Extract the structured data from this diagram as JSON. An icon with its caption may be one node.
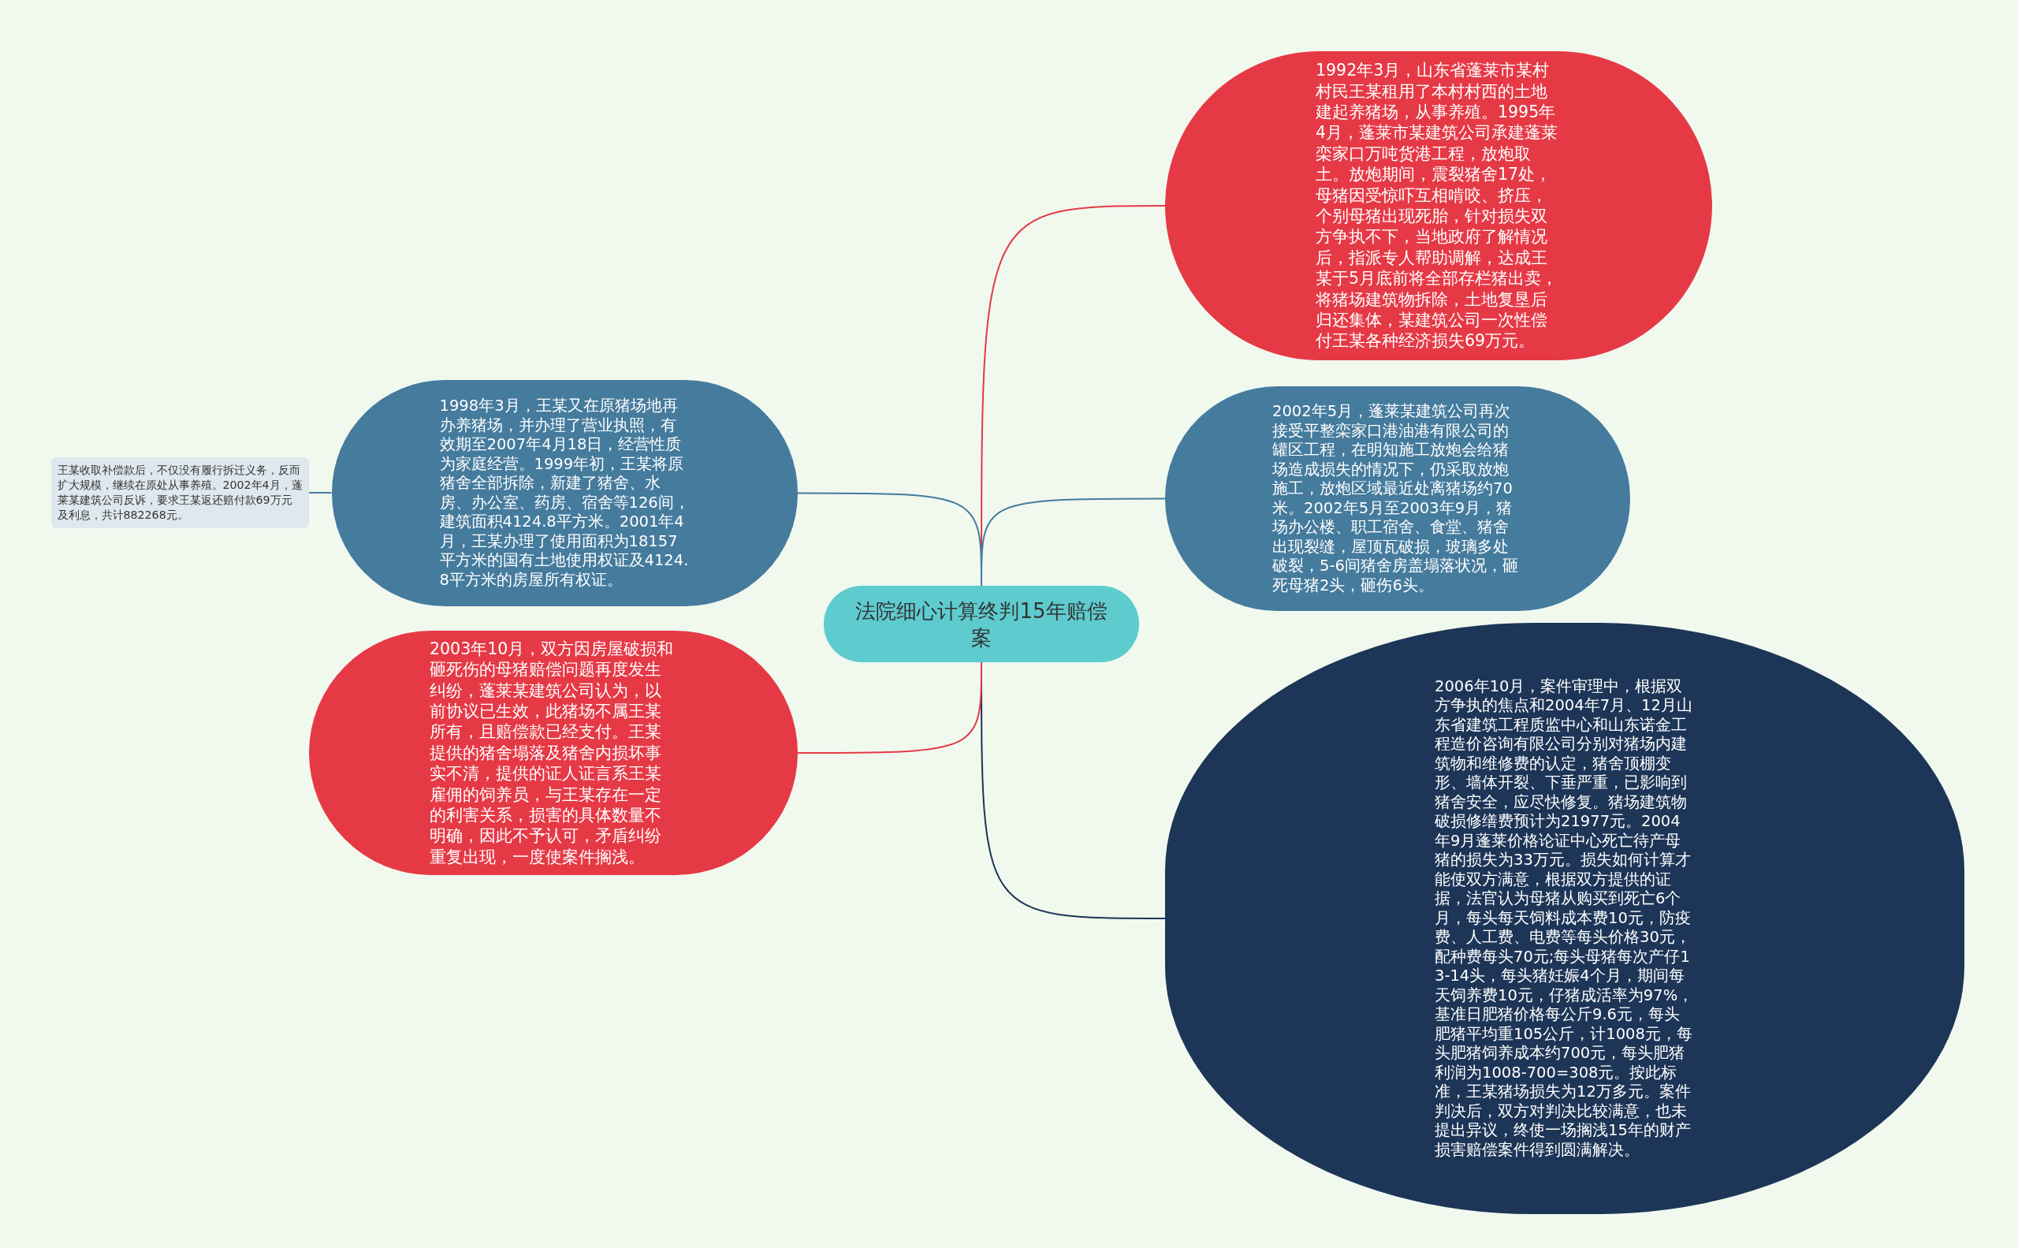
{
  "diagram": {
    "nodes": [
      {
        "text": [
          "法院细心计算终判15年赔偿案"
        ]
      },
      {
        "text": [
          "1992年3月，山东省蓬莱市某村村民王某租用了本村村西的土地建起养猪场，从事养殖。1995年4月，蓬莱市某建筑公司承建蓬莱栾家口万吨货港工程，放炮取土。放炮期间，震裂猪舍17处，母猪因受惊吓互相啃咬、挤压，个别母猪出现死胎，针对损失双方争执不下，当地政府了解情况后，指派专人帮助调解，达成王某于5月底前将全部存栏猪出卖，将猪场建筑物拆除，土地复垦后归还集体，某建筑公司一次性偿付王某各种经济损失69万元。"
        ]
      },
      {
        "text": [
          "2002年5月，蓬莱某建筑公司再次接受平整栾家口港油港有限公司的罐区工程，在明知施工放炮会给猪场造成损失的情况下，仍采取放炮施工，放炮区域最近处离猪场约70米。2002年5月至2003年9月，猪场办公楼、职工宿舍、食堂、猪舍出现裂缝，屋顶瓦破损，玻璃多处破裂，5-6间猪舍房盖塌落状况，砸死母猪2头，砸伤6头。"
        ]
      },
      {
        "text": [
          "2006年10月，案件审理中，根据双方争执的焦点和2004年7月、12月山东省建筑工程质监中心和山东诺金工程造价咨询有限公司分别对猪场内建筑物和维修费的认定，猪舍顶棚变形、墙体开裂、下垂严重，已影响到猪舍安全，应尽快修复。猪场建筑物破损修缮费预计为21977元。2004年9月蓬莱价格论证中心死亡待产母猪的损失为33万元。损失如何计算才能使双方满意，根据双方提供的证据，法官认为母猪从购买到死亡6个月，每头每天饲料成本费10元，防疫费、人工费、电费等每头价格30元，配种费每头70元;每头母猪每次产仔13-14头，每头猪妊娠4个月，期间每天饲养费10元，仔猪成活率为97%，基准日肥猪价格每公斤9.6元，每头肥猪平均重105公斤，计1008元，每头肥猪饲养成本约700元，每头肥猪利润为1008-700=308元。按此标准，王某猪场损失为12万多元。案件判决后，双方对判决比较满意，也未提出异议，终使一场搁浅15年的财产损害赔偿案件得到圆满解决。"
        ]
      },
      {
        "text": [
          "1998年3月，王某又在原猪场地再办养猪场，并办理了营业执照，有效期至2007年4月18日，经营性质为家庭经营。1999年初，王某将原猪舍全部拆除，新建了猪舍、水房、办公室、药房、宿舍等126间，建筑面积4124.8平方米。2001年4月，王某办理了使用面积为18157平方米的国有土地使用权证及4124.8平方米的房屋所有权证。"
        ]
      },
      {
        "text": [
          "王某收取补偿款后，不仅没有履行拆迁义务，反而扩大规模，继续在原处从事养殖。2002年4月，蓬莱某建筑公司反诉，要求王某返还赔付款69万元及利息，共计882268元。"
        ]
      },
      {
        "text": [
          "2003年10月，双方因房屋破损和砸死伤的母猪赔偿问题再度发生纠纷，蓬莱某建筑公司认为，以前协议已生效，此猪场不属王某所有，且赔偿款已经支付。王某提供的猪舍塌落及猪舍内损坏事实不清，提供的证人证言系王某雇佣的饲养员，与王某存在一定的利害关系，损害的具体数量不明确，因此不予认可，矛盾纠纷重复出现，一度使案件搁浅。"
        ]
      }
    ],
    "edges": [
      {
        "from": 0,
        "to": 1,
        "arrow": "none",
        "color": "#e63946"
      },
      {
        "from": 0,
        "to": 2,
        "arrow": "none"
      },
      {
        "from": 0,
        "to": 3,
        "arrow": "none",
        "color": "#1d3557"
      },
      {
        "from": 0,
        "to": 4,
        "arrow": "none"
      },
      {
        "from": 4,
        "to": 5,
        "arrow": "none"
      },
      {
        "from": 0,
        "to": 6,
        "arrow": "none",
        "color": "#e63946"
      }
    ]
  }
}
